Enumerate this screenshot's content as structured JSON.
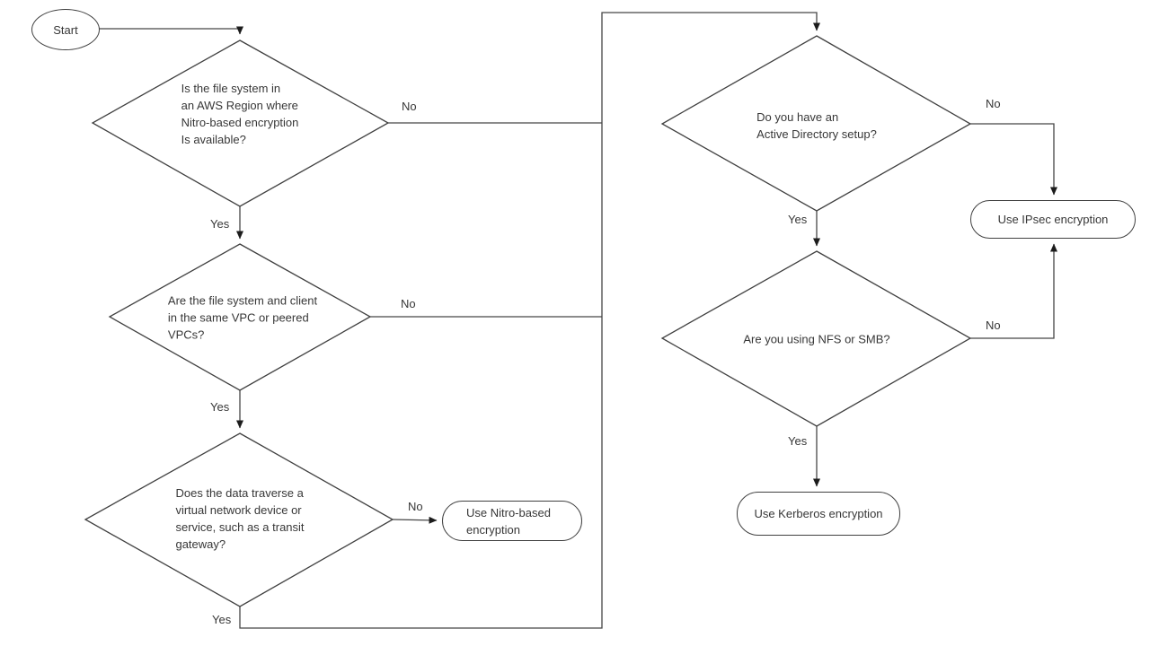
{
  "flowchart": {
    "background": "#ffffff",
    "stroke_color": "#404040",
    "text_color": "#373737",
    "nodes": {
      "start": {
        "type": "terminator",
        "label": "Start"
      },
      "q_region": {
        "type": "decision",
        "label": "Is the file system in\nan AWS Region where\nNitro-based encryption\nIs available?"
      },
      "q_vpc": {
        "type": "decision",
        "label": "Are the file system and client\nin the same VPC or peered\nVPCs?"
      },
      "q_transit": {
        "type": "decision",
        "label": "Does the data traverse a\nvirtual network device or\nservice, such as a transit\ngateway?"
      },
      "use_nitro": {
        "type": "result",
        "label": "Use Nitro-based\nencryption"
      },
      "q_ad": {
        "type": "decision",
        "label": "Do you have an\nActive Directory setup?"
      },
      "use_ipsec": {
        "type": "result",
        "label": "Use IPsec encryption"
      },
      "q_nfs_smb": {
        "type": "decision",
        "label": "Are you using NFS or SMB?"
      },
      "use_kerberos": {
        "type": "result",
        "label": "Use Kerberos encryption"
      }
    },
    "edge_labels": {
      "q_region_yes": "Yes",
      "q_region_no": "No",
      "q_vpc_yes": "Yes",
      "q_vpc_no": "No",
      "q_transit_yes": "Yes",
      "q_transit_no": "No",
      "q_ad_yes": "Yes",
      "q_ad_no": "No",
      "q_nfs_smb_yes": "Yes",
      "q_nfs_smb_no": "No"
    },
    "edges": [
      {
        "from": "start",
        "to": "q_region",
        "label": ""
      },
      {
        "from": "q_region",
        "to": "q_vpc",
        "label": "Yes"
      },
      {
        "from": "q_region",
        "to": "q_ad",
        "label": "No",
        "via": "trunk"
      },
      {
        "from": "q_vpc",
        "to": "q_transit",
        "label": "Yes"
      },
      {
        "from": "q_vpc",
        "to": "q_ad",
        "label": "No",
        "via": "trunk"
      },
      {
        "from": "q_transit",
        "to": "use_nitro",
        "label": "No"
      },
      {
        "from": "q_transit",
        "to": "q_ad",
        "label": "Yes",
        "via": "trunk"
      },
      {
        "from": "q_ad",
        "to": "q_nfs_smb",
        "label": "Yes"
      },
      {
        "from": "q_ad",
        "to": "use_ipsec",
        "label": "No"
      },
      {
        "from": "q_nfs_smb",
        "to": "use_kerberos",
        "label": "Yes"
      },
      {
        "from": "q_nfs_smb",
        "to": "use_ipsec",
        "label": "No"
      }
    ]
  }
}
